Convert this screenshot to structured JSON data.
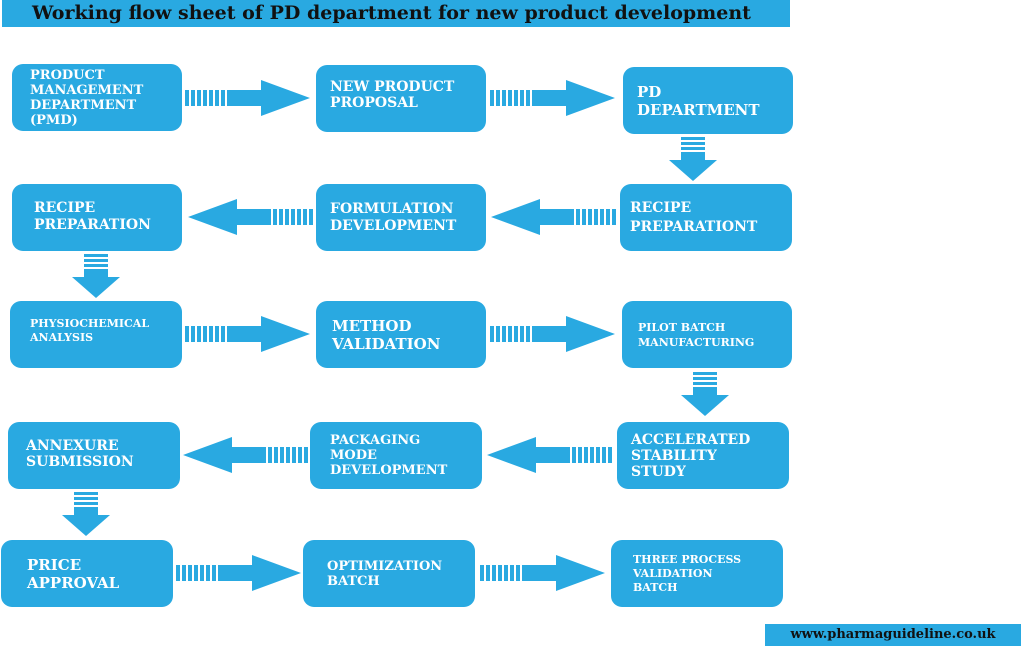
{
  "title": "Working flow sheet of PD department for new product development",
  "footer": "www.pharmaguideline.co.uk",
  "colors": {
    "box": "#29a9e1",
    "arrow": "#29a9e1",
    "text": "#ffffff"
  },
  "steps": [
    "PRODUCT\nMANAGEMENT\nDEPARTMENT\n(PMD)",
    "NEW PRODUCT\nPROPOSAL",
    "PD\nDEPARTMENT",
    "RECIPE\nPREPARATIONT",
    "FORMULATION\nDEVELOPMENT",
    "RECIPE\nPREPARATION",
    "PHYSIOCHEMICAL\nANALYSIS",
    "METHOD\nVALIDATION",
    "PILOT BATCH\nMANUFACTURING",
    "ACCELERATED\nSTABILITY\nSTUDY",
    "PACKAGING\nMODE\nDEVELOPMENT",
    "ANNEXURE\nSUBMISSION",
    "PRICE\nAPPROVAL",
    "OPTIMIZATION\nBATCH",
    "THREE PROCESS\nVALIDATION\nBATCH"
  ]
}
